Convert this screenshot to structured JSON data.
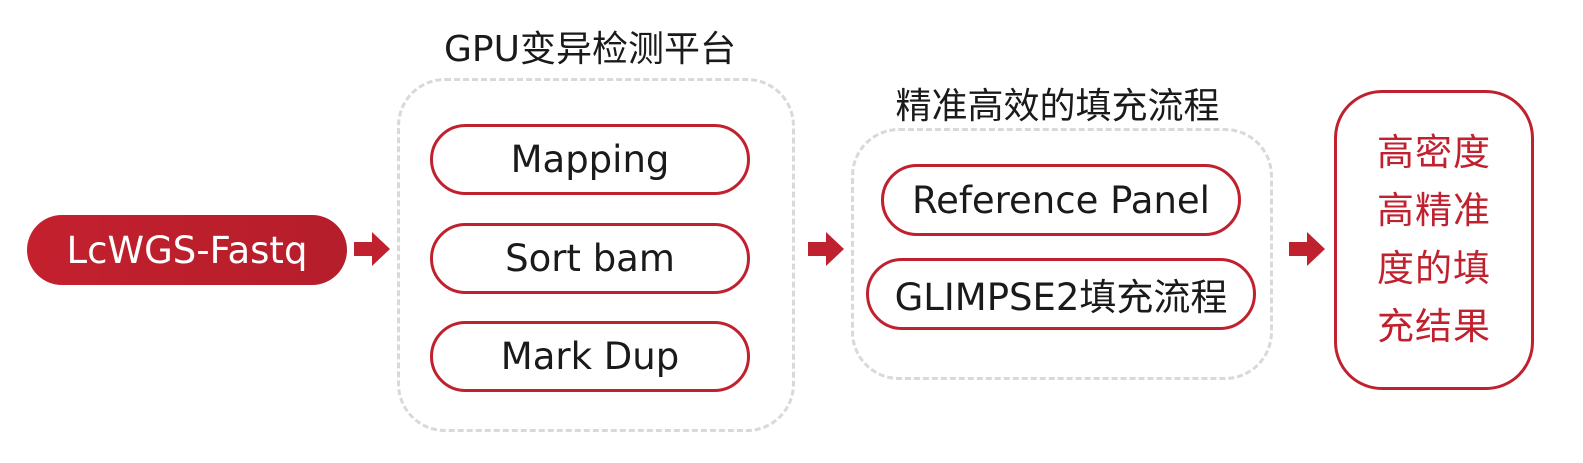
{
  "input": {
    "label": "LcWGS-Fastq"
  },
  "gpu_platform": {
    "title": "GPU变异检测平台",
    "steps": [
      "Mapping",
      "Sort bam",
      "Mark Dup"
    ]
  },
  "imputation": {
    "title": "精准高效的填充流程",
    "steps": [
      "Reference Panel",
      "GLIMPSE2填充流程"
    ]
  },
  "result": {
    "lines": [
      "高密度",
      "高精准",
      "度的填",
      "充结果"
    ]
  },
  "colors": {
    "accent": "#c0212e",
    "dashed_border": "#d9d9d9",
    "text": "#1a1a1a"
  },
  "icons": [
    "arrow-right-icon"
  ]
}
